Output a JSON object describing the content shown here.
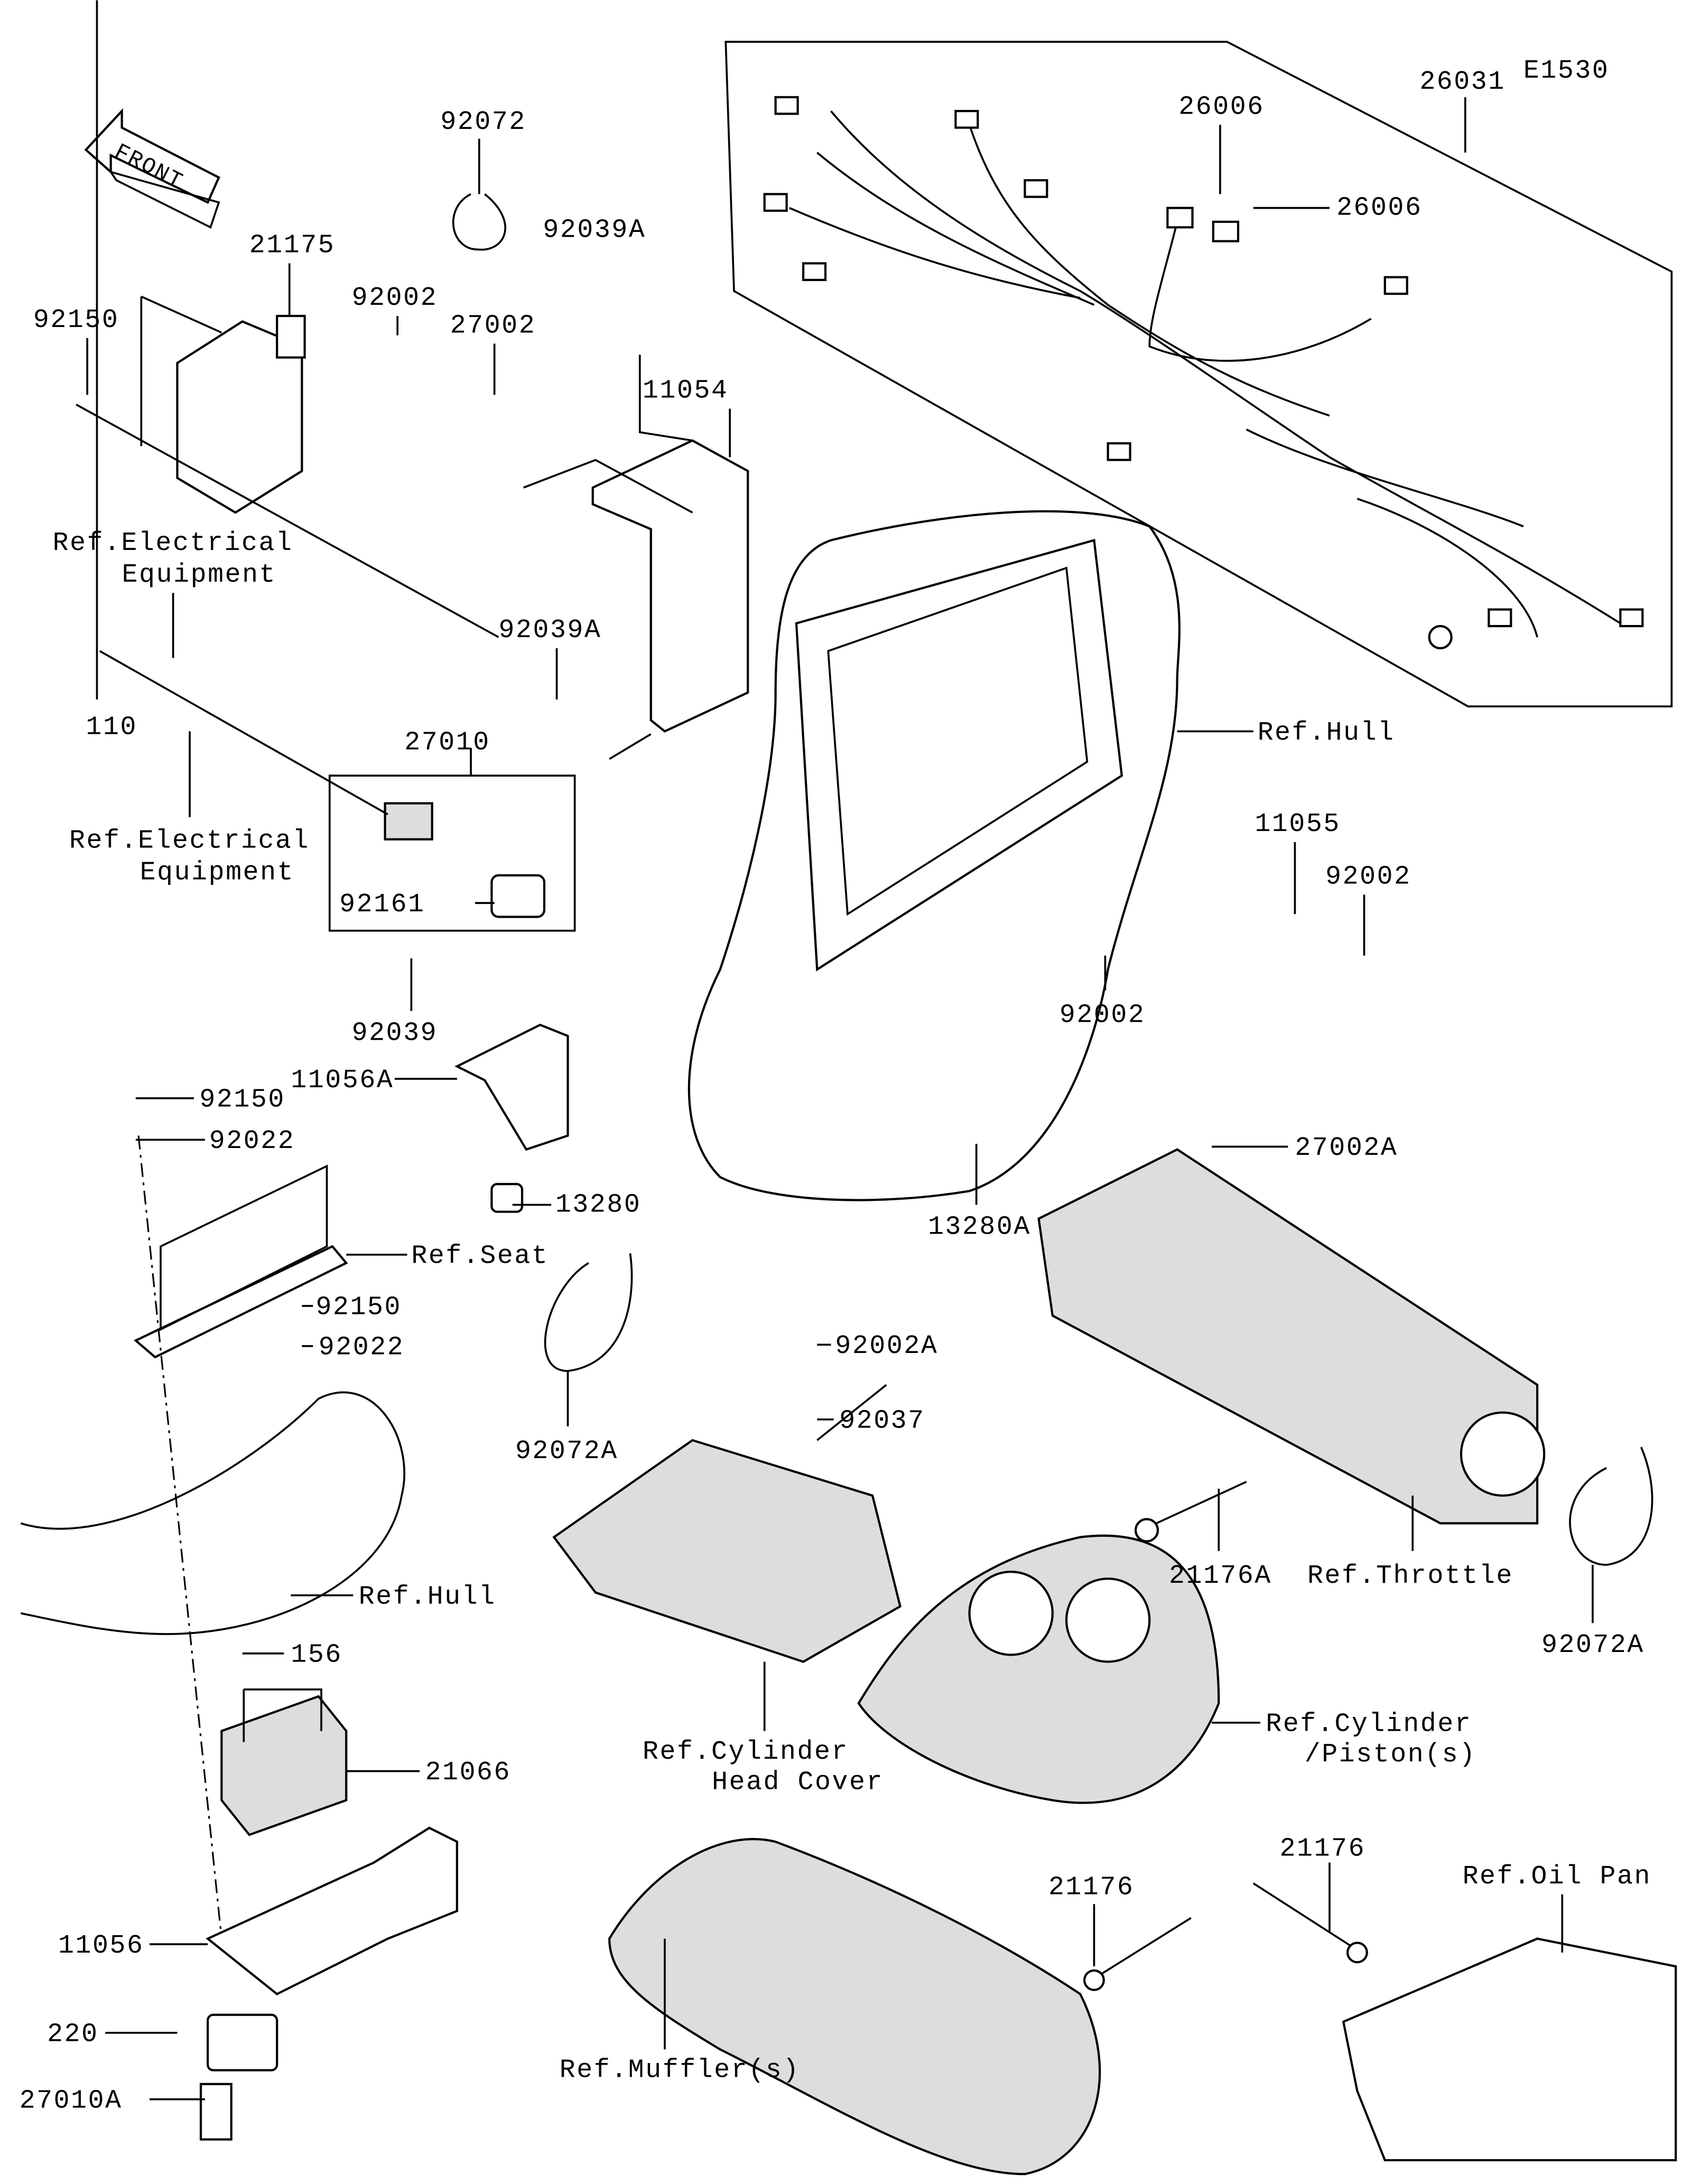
{
  "diagram_code": "E1530",
  "front_arrow": {
    "text": "FRONT"
  },
  "colors": {
    "line": "#000000",
    "background": "#ffffff"
  },
  "labels": {
    "harness": "26031",
    "con1": "26006",
    "con2": "26006",
    "band_top": "92072",
    "bolt_92039a_top": "92039A",
    "ecu": "21175",
    "bolt_92002_top": "92002",
    "relay_27002": "27002",
    "bolt_92150_top": "92150",
    "bracket_11054": "11054",
    "ref_elec_1a": "Ref.Electrical",
    "ref_elec_1b": "Equipment",
    "bolt_92039a_mid": "92039A",
    "bolt_110": "110",
    "ref_hull_1": "Ref.Hull",
    "relay_27010": "27010",
    "ref_elec_2a": "Ref.Electrical",
    "ref_elec_2b": "Equipment",
    "bracket_11055": "11055",
    "bolt_92002_right": "92002",
    "cover_92161": "92161",
    "bolt_92002_mid": "92002",
    "bolt_92039": "92039",
    "bracket_11056a": "11056A",
    "bolt_92150_a": "92150",
    "washer_92022_a": "92022",
    "relay_27002a": "27002A",
    "clamp_13280": "13280",
    "clamp_13280a": "13280A",
    "ref_seat": "Ref.Seat",
    "bolt_92150_b": "92150",
    "washer_92022_b": "92022",
    "bolt_92002a": "92002A",
    "band_92037": "92037",
    "band_92072a_left": "92072A",
    "sensor_21176a": "21176A",
    "ref_throttle": "Ref.Throttle",
    "ref_hull_2": "Ref.Hull",
    "band_92072a_right": "92072A",
    "bolt_156": "156",
    "ref_chc_a": "Ref.Cylinder",
    "ref_chc_b": "Head Cover",
    "ref_cyl_a": "Ref.Cylinder",
    "ref_cyl_b": "/Piston(s)",
    "regulator_21066": "21066",
    "sensor_21176_right": "21176",
    "ref_oil_pan": "Ref.Oil Pan",
    "sensor_21176_mid": "21176",
    "bracket_11056": "11056",
    "bolt_220": "220",
    "ref_muffler": "Ref.Muffler(s)",
    "relay_27010a": "27010A"
  }
}
